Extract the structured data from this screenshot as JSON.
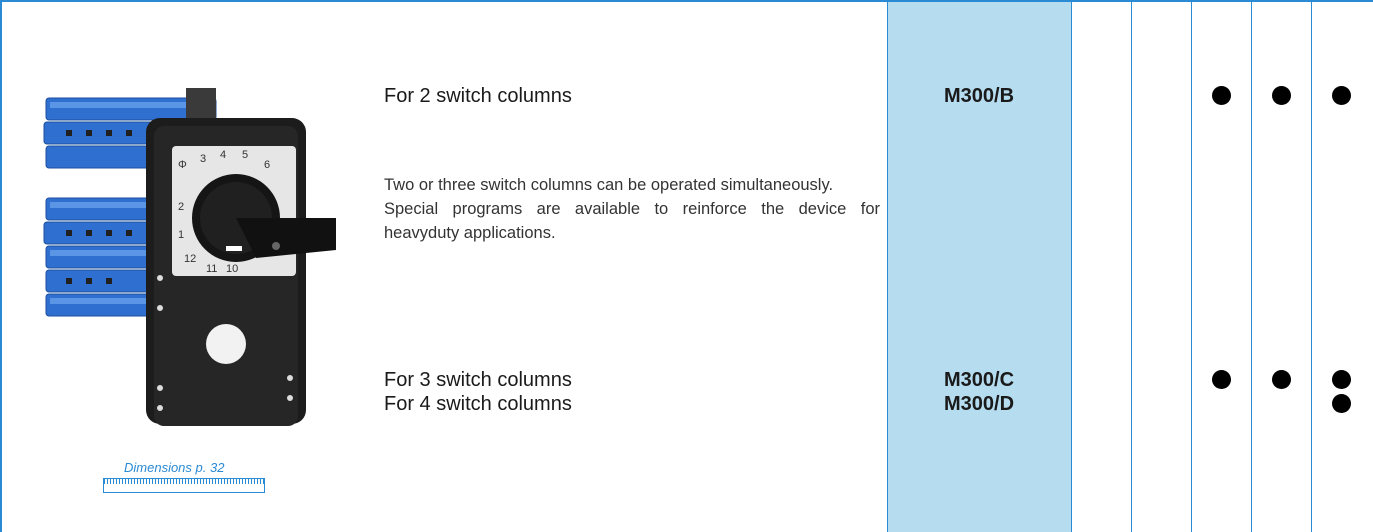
{
  "rows": [
    {
      "title": "For 2 switch columns",
      "code": "M300/B"
    },
    {
      "title": "For 3 switch columns",
      "code": "M300/C"
    },
    {
      "title": "For 4 switch columns",
      "code": "M300/D"
    }
  ],
  "description": [
    "Two or three switch columns can be operated simultaneously.",
    "Special programs are available to reinforce the device for heavyduty applications."
  ],
  "dimensions_link": "Dimensions p. 32",
  "colors": {
    "accent": "#2a8ad4",
    "code_column": "#b5dcef"
  },
  "dial_numbers": [
    "Φ",
    "3",
    "4",
    "5",
    "6",
    "2",
    "1",
    "12",
    "11",
    "10"
  ]
}
